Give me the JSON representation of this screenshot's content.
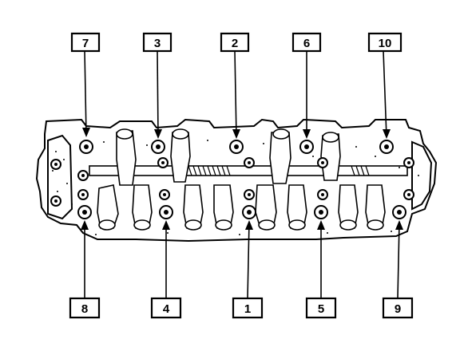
{
  "figure": {
    "callouts": [
      {
        "id": "7",
        "label": "7"
      },
      {
        "id": "3",
        "label": "3"
      },
      {
        "id": "2",
        "label": "2"
      },
      {
        "id": "6",
        "label": "6"
      },
      {
        "id": "10",
        "label": "10"
      },
      {
        "id": "8",
        "label": "8"
      },
      {
        "id": "4",
        "label": "4"
      },
      {
        "id": "1",
        "label": "1"
      },
      {
        "id": "5",
        "label": "5"
      },
      {
        "id": "9",
        "label": "9"
      }
    ]
  }
}
